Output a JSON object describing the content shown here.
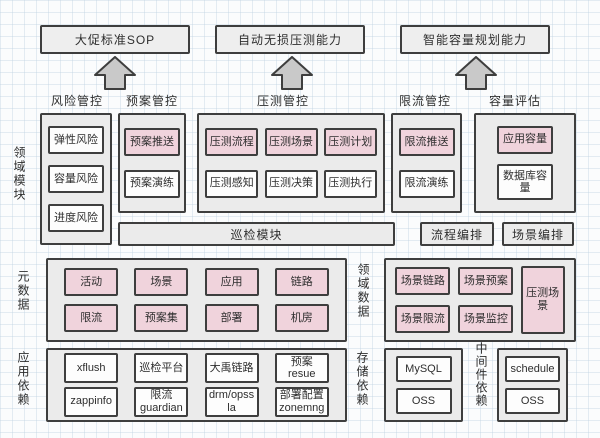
{
  "colors": {
    "highlight_pink": "#f0d3dc",
    "section_fill": "#ebebeb",
    "box_fill": "#fdfdfd",
    "border": "#3e3e3e",
    "arrow_fill": "#c9c9c9",
    "background": "#fbfcfd"
  },
  "top_capabilities": [
    "大促标准SOP",
    "自动无损压测能力",
    "智能容量规划能力"
  ],
  "column_headers": [
    "风险管控",
    "预案管控",
    "压测管控",
    "限流管控",
    "容量评估"
  ],
  "side_labels": {
    "domain_modules": "领域模块",
    "metadata": "元数据",
    "app_dependencies": "应用依赖",
    "domain_data": "领域数据",
    "storage_dependencies": "存储依赖",
    "middleware_dependencies": "中间件依赖"
  },
  "risk_items": [
    {
      "label": "弹性风险",
      "highlighted": false
    },
    {
      "label": "容量风险",
      "highlighted": false
    },
    {
      "label": "进度风险",
      "highlighted": false
    }
  ],
  "plan_items": [
    {
      "label": "预案推送",
      "highlighted": true
    },
    {
      "label": "预案演练",
      "highlighted": false
    }
  ],
  "pressure_items": [
    {
      "label": "压测流程",
      "highlighted": true
    },
    {
      "label": "压测场景",
      "highlighted": true
    },
    {
      "label": "压测计划",
      "highlighted": true
    },
    {
      "label": "压测感知",
      "highlighted": false
    },
    {
      "label": "压测决策",
      "highlighted": false
    },
    {
      "label": "压测执行",
      "highlighted": false
    }
  ],
  "limit_items": [
    {
      "label": "限流推送",
      "highlighted": true
    },
    {
      "label": "限流演练",
      "highlighted": false
    }
  ],
  "capacity_items": [
    {
      "label": "应用容量",
      "highlighted": true
    },
    {
      "label": "数据库容量",
      "highlighted": false
    }
  ],
  "inspection_bar": "巡检模块",
  "orchestration": [
    "流程编排",
    "场景编排"
  ],
  "metadata_items": [
    "活动",
    "场景",
    "应用",
    "链路",
    "限流",
    "预案集",
    "部署",
    "机房"
  ],
  "domain_data_items": [
    "场景链路",
    "场景预案",
    "场景限流",
    "场景监控"
  ],
  "domain_data_tall": "压测场景",
  "app_dependencies": [
    "xflush",
    "巡检平台",
    "大禹链路",
    "预案resue",
    "zappinfo",
    "限流guardian",
    "drm/opssla",
    "部署配置zonemng"
  ],
  "storage_dependencies": [
    "MySQL",
    "OSS"
  ],
  "middleware_dependencies": [
    "schedule",
    "OSS"
  ]
}
